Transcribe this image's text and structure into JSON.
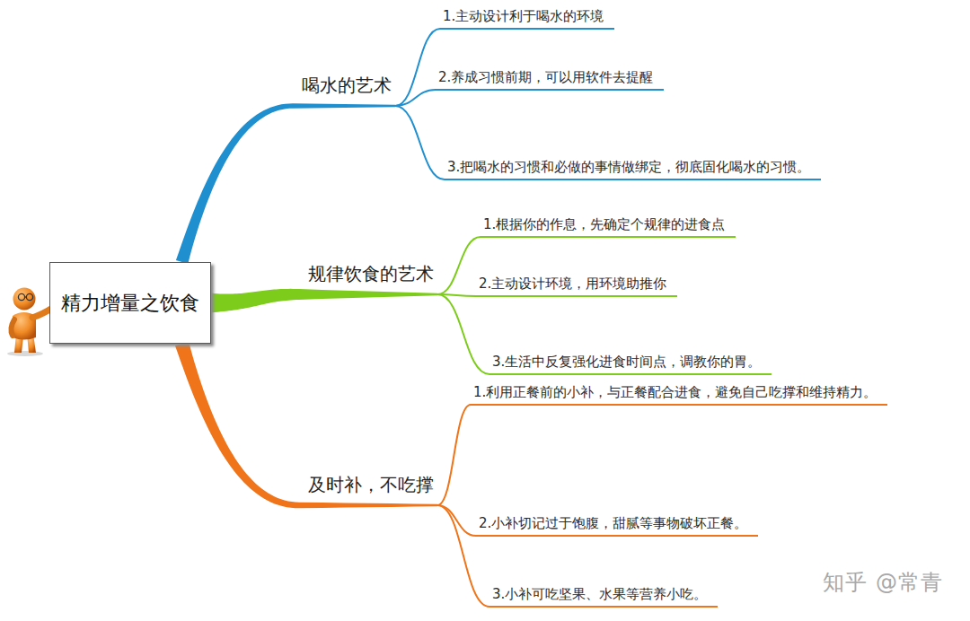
{
  "diagram": {
    "nodes": [
      {
        "text": [
          "精力增量之饮食"
        ]
      },
      {
        "text": [
          "喝水的艺术"
        ]
      },
      {
        "text": [
          "规律饮食的艺术"
        ]
      },
      {
        "text": [
          "及时补，不吃撑"
        ]
      },
      {
        "text": [
          "1.主动设计利于喝水的环境"
        ]
      },
      {
        "text": [
          "2.养成习惯前期，可以用软件去提醒"
        ]
      },
      {
        "text": [
          "3.把喝水的习惯和必做的事情做绑定，彻底固化喝水的习惯。"
        ]
      },
      {
        "text": [
          "1.根据你的作息，先确定个规律的进食点"
        ]
      },
      {
        "text": [
          "2.主动设计环境，用环境助推你"
        ]
      },
      {
        "text": [
          "3.生活中反复强化进食时间点，调教你的胃。"
        ]
      },
      {
        "text": [
          "1.利用正餐前的小补，与正餐配合进食，避免自己吃撑和维持精力。"
        ]
      },
      {
        "text": [
          "2.小补切记过于饱腹，甜腻等事物破坏正餐。"
        ]
      },
      {
        "text": [
          "3.小补可吃坚果、水果等营养小吃。"
        ]
      }
    ],
    "edges": [
      {
        "from": 0,
        "to": 1,
        "arrow": "none"
      },
      {
        "from": 0,
        "to": 2,
        "arrow": "none"
      },
      {
        "from": 0,
        "to": 3,
        "arrow": "none"
      },
      {
        "from": 1,
        "to": 4,
        "arrow": "none"
      },
      {
        "from": 1,
        "to": 5,
        "arrow": "none"
      },
      {
        "from": 1,
        "to": 6,
        "arrow": "none"
      },
      {
        "from": 2,
        "to": 7,
        "arrow": "none"
      },
      {
        "from": 2,
        "to": 8,
        "arrow": "none"
      },
      {
        "from": 2,
        "to": 9,
        "arrow": "none"
      },
      {
        "from": 3,
        "to": 10,
        "arrow": "none"
      },
      {
        "from": 3,
        "to": 11,
        "arrow": "none"
      },
      {
        "from": 3,
        "to": 12,
        "arrow": "none"
      }
    ],
    "labels": [
      "知乎 @常青"
    ]
  }
}
